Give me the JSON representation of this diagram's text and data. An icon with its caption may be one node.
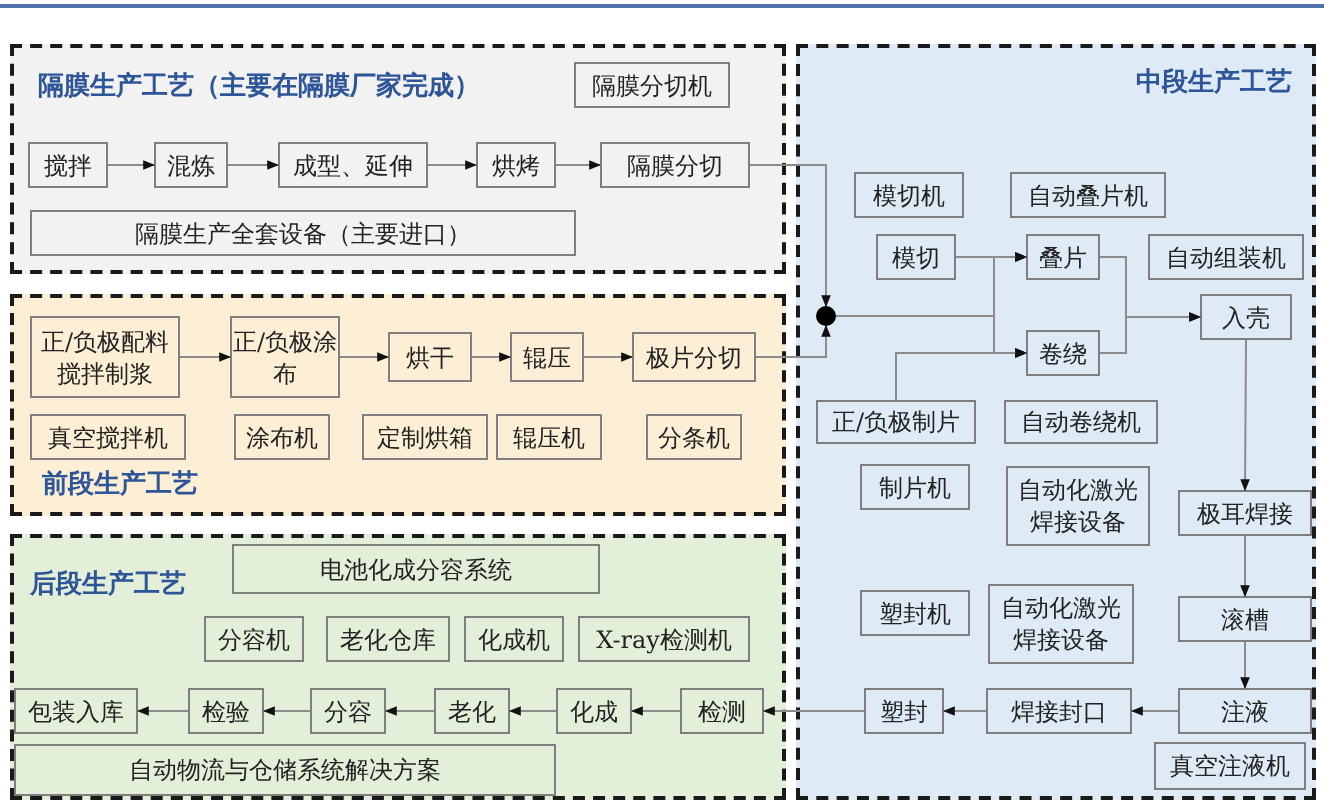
{
  "diagram": {
    "nodes": [
      {
        "text": [
          "隔膜生产工艺（主要在隔膜厂家完成）"
        ]
      },
      {
        "text": [
          "隔膜分切机"
        ],
        "in": 0
      },
      {
        "text": [
          "搅拌"
        ],
        "in": 0
      },
      {
        "text": [
          "混炼"
        ],
        "in": 0
      },
      {
        "text": [
          "成型、延伸"
        ],
        "in": 0
      },
      {
        "text": [
          "烘烤"
        ],
        "in": 0
      },
      {
        "text": [
          "隔膜分切"
        ],
        "in": 0
      },
      {
        "text": [
          "隔膜生产全套设备（主要进口）"
        ],
        "in": 0
      },
      {
        "text": [
          "前段生产工艺"
        ]
      },
      {
        "text": [
          "正/负极配料搅拌制浆"
        ],
        "in": 8
      },
      {
        "text": [
          "正/负极涂布"
        ],
        "in": 8
      },
      {
        "text": [
          "烘干"
        ],
        "in": 8
      },
      {
        "text": [
          "辊压"
        ],
        "in": 8
      },
      {
        "text": [
          "极片分切"
        ],
        "in": 8
      },
      {
        "text": [
          "真空搅拌机"
        ],
        "in": 8
      },
      {
        "text": [
          "涂布机"
        ],
        "in": 8
      },
      {
        "text": [
          "定制烘箱"
        ],
        "in": 8
      },
      {
        "text": [
          "辊压机"
        ],
        "in": 8
      },
      {
        "text": [
          "分条机"
        ],
        "in": 8
      },
      {
        "text": [
          "后段生产工艺"
        ]
      },
      {
        "text": [
          "电池化成分容系统"
        ],
        "in": 19
      },
      {
        "text": [
          "分容机"
        ],
        "in": 19
      },
      {
        "text": [
          "老化仓库"
        ],
        "in": 19
      },
      {
        "text": [
          "化成机"
        ],
        "in": 19
      },
      {
        "text": [
          "X-ray检测机"
        ],
        "in": 19
      },
      {
        "text": [
          "包装入库"
        ],
        "in": 19
      },
      {
        "text": [
          "检验"
        ],
        "in": 19
      },
      {
        "text": [
          "分容"
        ],
        "in": 19
      },
      {
        "text": [
          "老化"
        ],
        "in": 19
      },
      {
        "text": [
          "化成"
        ],
        "in": 19
      },
      {
        "text": [
          "检测"
        ],
        "in": 19
      },
      {
        "text": [
          "自动物流与仓储系统解决方案"
        ],
        "in": 19
      },
      {
        "text": [
          "中段生产工艺"
        ]
      },
      {
        "text": [
          "模切机"
        ],
        "in": 32
      },
      {
        "text": [
          "自动叠片机"
        ],
        "in": 32
      },
      {
        "text": [
          "模切"
        ],
        "in": 32
      },
      {
        "text": [
          "叠片"
        ],
        "in": 32
      },
      {
        "text": [
          "自动组装机"
        ],
        "in": 32
      },
      {
        "text": [],
        "shape": "circle",
        "in": 32
      },
      {
        "text": [
          "入壳"
        ],
        "in": 32
      },
      {
        "text": [
          "卷绕"
        ],
        "in": 32
      },
      {
        "text": [
          "正/负极制片"
        ],
        "in": 32
      },
      {
        "text": [
          "自动卷绕机"
        ],
        "in": 32
      },
      {
        "text": [
          "制片机"
        ],
        "in": 32
      },
      {
        "text": [
          "自动化激光焊接设备"
        ],
        "in": 32
      },
      {
        "text": [
          "极耳焊接"
        ],
        "in": 32
      },
      {
        "text": [
          "塑封机"
        ],
        "in": 32
      },
      {
        "text": [
          "自动化激光焊接设备"
        ],
        "in": 32
      },
      {
        "text": [
          "滚槽"
        ],
        "in": 32
      },
      {
        "text": [
          "塑封"
        ],
        "in": 32
      },
      {
        "text": [
          "焊接封口"
        ],
        "in": 32
      },
      {
        "text": [
          "注液"
        ],
        "in": 32
      },
      {
        "text": [
          "真空注液机"
        ],
        "in": 32
      }
    ],
    "edges": [
      {
        "from": 2,
        "to": 3,
        "arrow": "to"
      },
      {
        "from": 3,
        "to": 4,
        "arrow": "to"
      },
      {
        "from": 4,
        "to": 5,
        "arrow": "to"
      },
      {
        "from": 5,
        "to": 6,
        "arrow": "to"
      },
      {
        "from": 9,
        "to": 10,
        "arrow": "to"
      },
      {
        "from": 10,
        "to": 11,
        "arrow": "to"
      },
      {
        "from": 11,
        "to": 12,
        "arrow": "to"
      },
      {
        "from": 12,
        "to": 13,
        "arrow": "to"
      },
      {
        "from": 6,
        "to": 38,
        "arrow": "to"
      },
      {
        "from": 13,
        "to": 38,
        "arrow": "to"
      },
      {
        "from": 38,
        "to": 36,
        "arrow": "to"
      },
      {
        "from": 38,
        "to": 40,
        "arrow": "to"
      },
      {
        "from": 35,
        "to": 36,
        "arrow": "to"
      },
      {
        "from": 35,
        "to": 40,
        "arrow": "to"
      },
      {
        "from": 41,
        "to": 36,
        "arrow": "to"
      },
      {
        "from": 41,
        "to": 40,
        "arrow": "to"
      },
      {
        "from": 36,
        "to": 39,
        "arrow": "to"
      },
      {
        "from": 40,
        "to": 39,
        "arrow": "to"
      },
      {
        "from": 39,
        "to": 45,
        "arrow": "to"
      },
      {
        "from": 45,
        "to": 48,
        "arrow": "to"
      },
      {
        "from": 48,
        "to": 51,
        "arrow": "to"
      },
      {
        "from": 51,
        "to": 50,
        "arrow": "to"
      },
      {
        "from": 50,
        "to": 49,
        "arrow": "to"
      },
      {
        "from": 49,
        "to": 30,
        "arrow": "to"
      },
      {
        "from": 30,
        "to": 29,
        "arrow": "to"
      },
      {
        "from": 29,
        "to": 28,
        "arrow": "to"
      },
      {
        "from": 28,
        "to": 27,
        "arrow": "to"
      },
      {
        "from": 27,
        "to": 26,
        "arrow": "to"
      },
      {
        "from": 26,
        "to": 25,
        "arrow": "to"
      }
    ]
  }
}
